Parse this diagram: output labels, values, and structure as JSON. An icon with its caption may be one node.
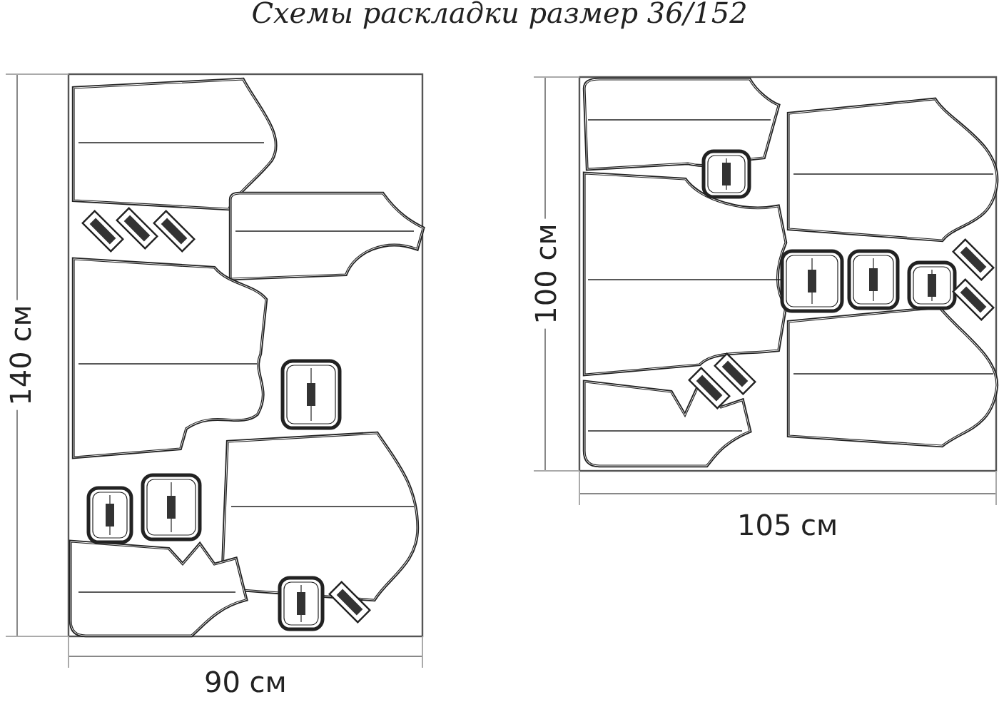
{
  "diagram": {
    "title": "Схемы раскладки размер 36/152",
    "labels": [
      "140 см",
      "90 см",
      "100 см",
      "105 см"
    ]
  }
}
